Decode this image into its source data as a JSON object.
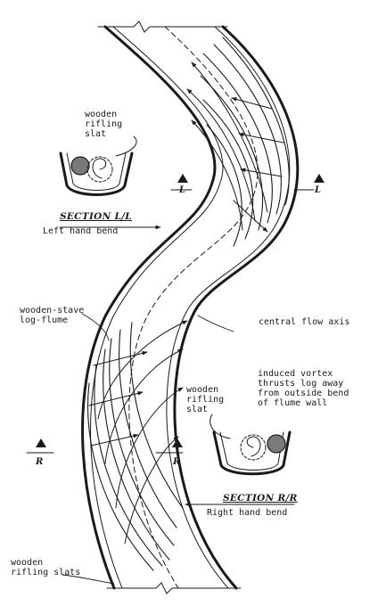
{
  "labels": {
    "rifling_slat_left": [
      "wooden",
      "rifling",
      "slat"
    ],
    "section_ll_title": "SECTION L/L",
    "section_ll_caption": "Left hand bend",
    "marker_l": "L",
    "flume": [
      "wooden-stave",
      "log-flume"
    ],
    "central_axis": "central flow axis",
    "vortex_note": [
      "induced vortex",
      "thrusts log away",
      "from outside bend",
      "of flume wall"
    ],
    "rifling_slat_right": [
      "wooden",
      "rifling",
      "slat"
    ],
    "marker_r": "R",
    "section_rr_title": "SECTION R/R",
    "section_rr_caption": "Right hand bend",
    "rifling_slats_bottom": [
      "wooden",
      "rifling slats"
    ]
  },
  "colors": {
    "ink": "#1a1a1a",
    "paper": "#ffffff",
    "log": "#7a7a7a"
  }
}
